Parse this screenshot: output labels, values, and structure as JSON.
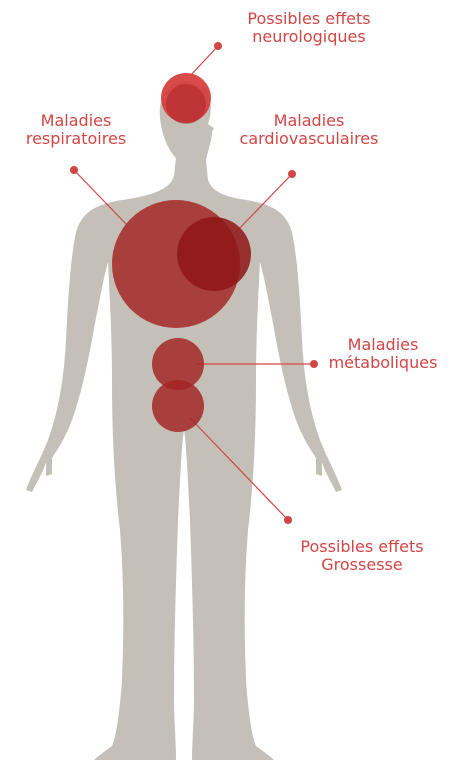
{
  "colors": {
    "body": "#c4c0b8",
    "bubble": "#a32222",
    "accent": "#d24545"
  },
  "labels": {
    "neuro": {
      "line1": "Possibles effets",
      "line2": "neurologiques"
    },
    "resp": {
      "line1": "Maladies",
      "line2": "respiratoires"
    },
    "cardio": {
      "line1": "Maladies",
      "line2": "cardiovasculaires"
    },
    "meta": {
      "line1": "Maladies",
      "line2": "métaboliques"
    },
    "preg": {
      "line1": "Possibles effets",
      "line2": "Grossesse"
    }
  }
}
